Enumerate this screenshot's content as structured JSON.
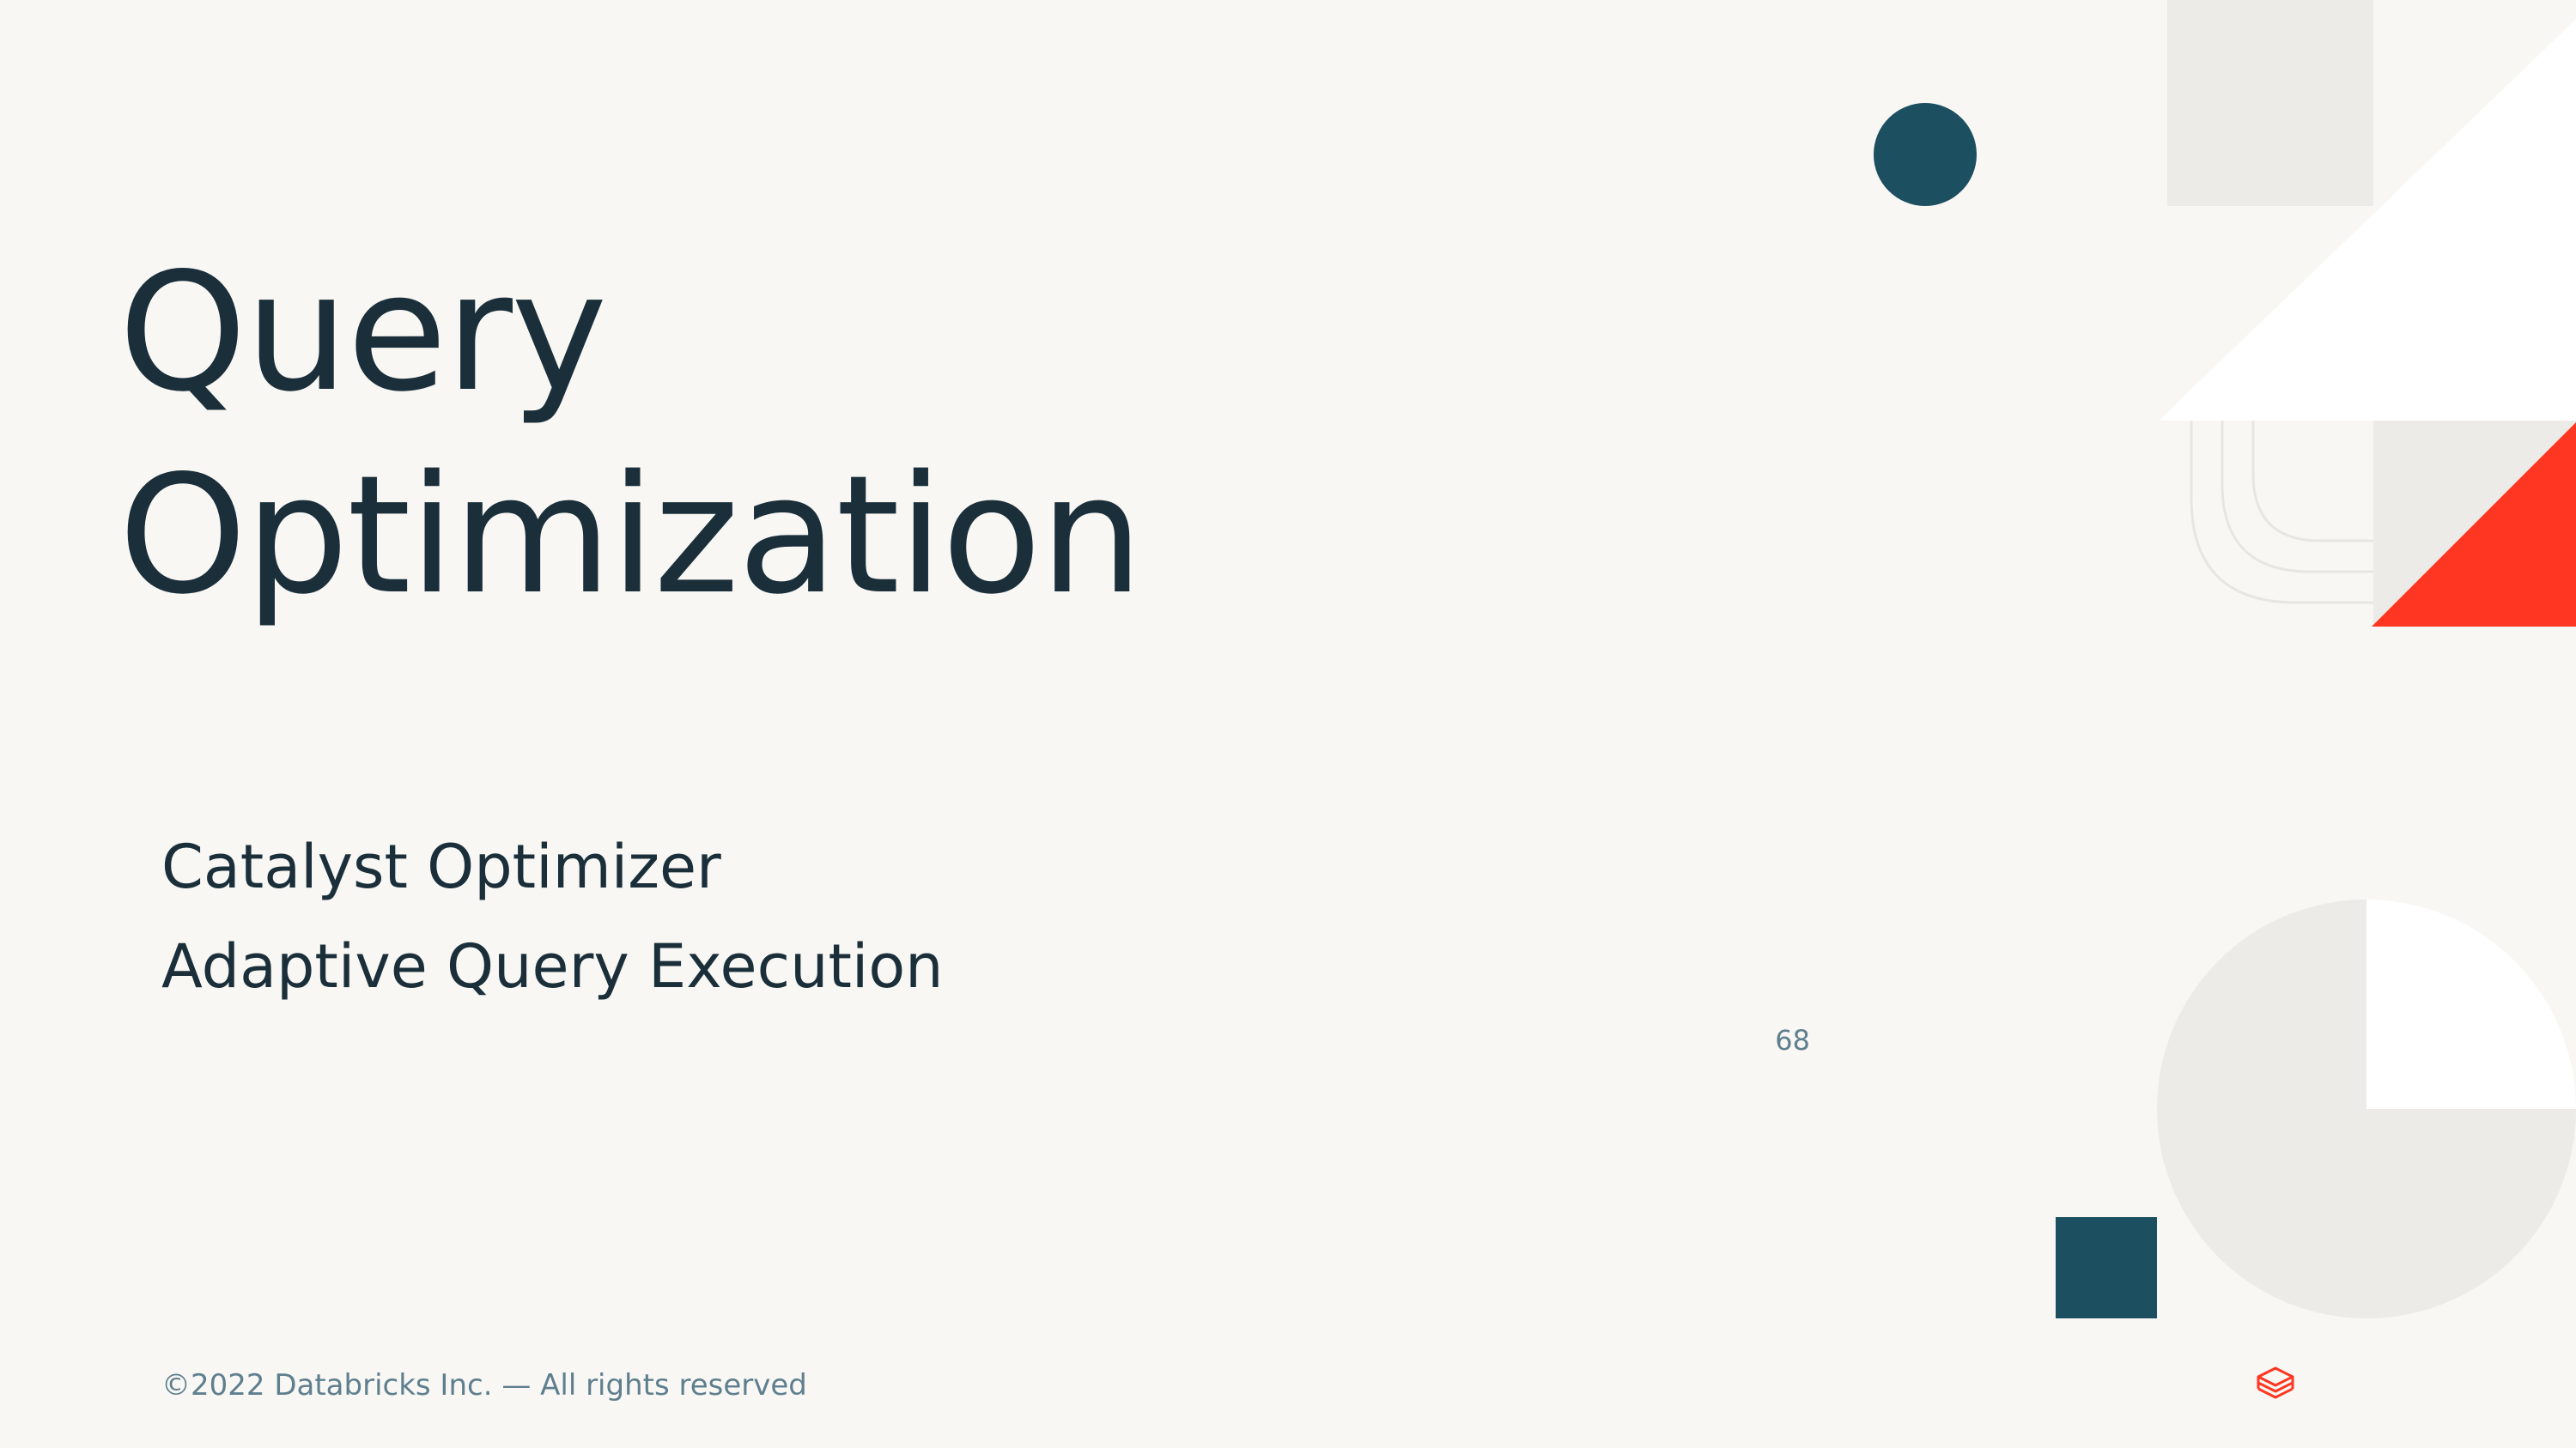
{
  "slide": {
    "title_lines": [
      "Query",
      "Optimization"
    ],
    "items": [
      "Catalyst Optimizer",
      "Adaptive Query Execution"
    ],
    "page_number": "68",
    "footer": "©2022 Databricks Inc. — All rights reserved"
  },
  "colors": {
    "background": "#f8f7f4",
    "text": "#1b2f3a",
    "muted": "#5f7f8e",
    "navy": "#1c4f60",
    "red": "#ff3621",
    "light_gray": "#ecebe7",
    "white": "#ffffff"
  },
  "icons": {
    "logo": "databricks-logo-icon"
  }
}
